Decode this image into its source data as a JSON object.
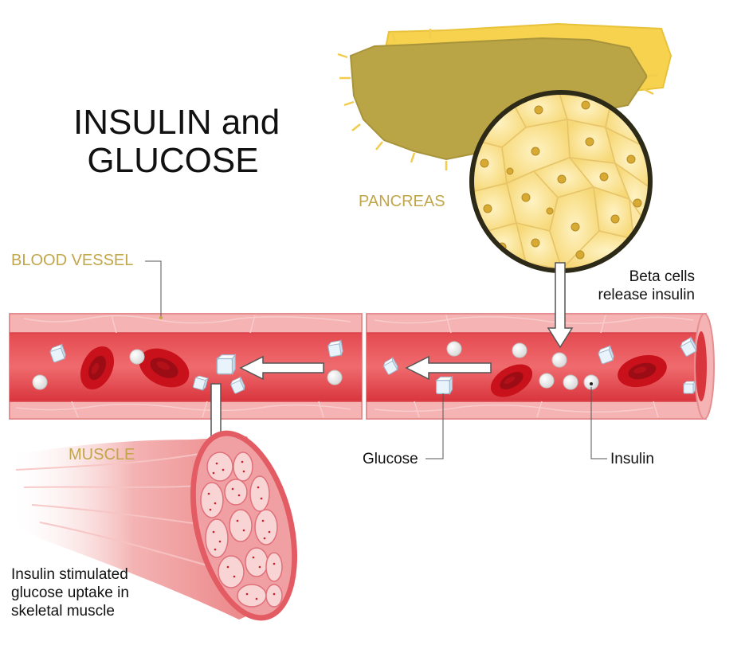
{
  "title": {
    "line1": "INSULIN and",
    "line2": "GLUCOSE"
  },
  "labels": {
    "pancreas": "PANCREAS",
    "blood_vessel": "BLOOD VESSEL",
    "muscle": "MUSCLE",
    "beta_cells_line1": "Beta cells",
    "beta_cells_line2": "release insulin",
    "glucose": "Glucose",
    "insulin": "Insulin",
    "uptake_line1": "Insulin stimulated",
    "uptake_line2": "glucose uptake in",
    "uptake_line3": "skeletal muscle"
  },
  "colors": {
    "vessel_outer": "#f5a5a5",
    "vessel_inner": "#e43c45",
    "red_blood_cell": "#c8111b",
    "pancreas_outline": "#b9a446",
    "pancreas_fill": "#f4cf55",
    "muscle_fiber": "#f2b1b1",
    "label_tan": "#c2a64a"
  }
}
